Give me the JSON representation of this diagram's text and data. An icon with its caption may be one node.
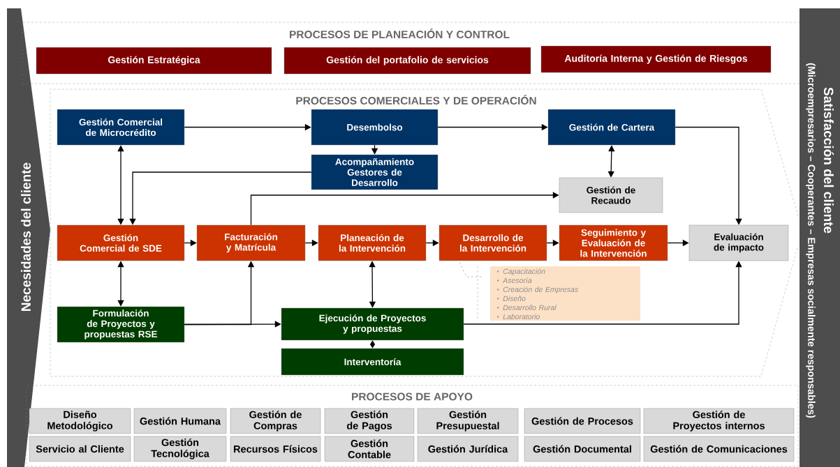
{
  "diagram": {
    "nodes": [
      {
        "text": [
          "PROCESOS DE PLANEACIÓN Y CONTROL"
        ]
      },
      {
        "text": [
          "Gestión Estratégica"
        ],
        "in": 0
      },
      {
        "text": [
          "Gestión del portafolio de servicios"
        ],
        "in": 0
      },
      {
        "text": [
          "Auditoría Interna y Gestión de Riesgos"
        ],
        "in": 0
      },
      {
        "text": [
          "PROCESOS COMERCIALES Y DE OPERACIÓN"
        ]
      },
      {
        "text": [
          "Gestión Comercial de Microcrédito"
        ],
        "in": 4
      },
      {
        "text": [
          "Desembolso"
        ],
        "in": 4
      },
      {
        "text": [
          "Gestión de Cartera"
        ],
        "in": 4
      },
      {
        "text": [
          "Acompañamiento Gestores de Desarrollo"
        ],
        "in": 4
      },
      {
        "text": [
          "Gestión  de Recaudo"
        ],
        "in": 4
      },
      {
        "text": [
          "Gestión Comercial de SDE"
        ],
        "in": 4
      },
      {
        "text": [
          "Facturación y Matrícula"
        ],
        "in": 4
      },
      {
        "text": [
          "Planeación de la Intervención"
        ],
        "in": 4
      },
      {
        "text": [
          "Desarrollo de la Intervención"
        ],
        "in": 4
      },
      {
        "text": [
          "Seguimiento y Evaluación de la Intervención"
        ],
        "in": 4
      },
      {
        "text": [
          "Evaluación de impacto"
        ],
        "in": 4
      },
      {
        "text": [
          "Capacitación",
          "Asesoría",
          "Creación de Empresas",
          "Diseño",
          "Desarrollo Rural",
          "Laboratorio"
        ],
        "in": 4
      },
      {
        "text": [
          "Formulación de Proyectos y propuestas RSE"
        ],
        "in": 4
      },
      {
        "text": [
          "Ejecución de Proyectos y propuestas"
        ],
        "in": 4
      },
      {
        "text": [
          "Interventoría"
        ],
        "in": 4
      },
      {
        "text": [
          "PROCESOS DE APOYO"
        ]
      },
      {
        "text": [
          "Diseño Metodológico"
        ],
        "in": 20
      },
      {
        "text": [
          "Gestión Humana"
        ],
        "in": 20
      },
      {
        "text": [
          "Gestión de Compras"
        ],
        "in": 20
      },
      {
        "text": [
          "Gestión de Pagos"
        ],
        "in": 20
      },
      {
        "text": [
          "Gestión Presupuestal"
        ],
        "in": 20
      },
      {
        "text": [
          "Gestión de Procesos"
        ],
        "in": 20
      },
      {
        "text": [
          "Gestión de Proyectos internos"
        ],
        "in": 20
      },
      {
        "text": [
          "Servicio al Cliente"
        ],
        "in": 20
      },
      {
        "text": [
          "Gestión Tecnológica"
        ],
        "in": 20
      },
      {
        "text": [
          "Recursos Físicos"
        ],
        "in": 20
      },
      {
        "text": [
          "Gestión Contable"
        ],
        "in": 20
      },
      {
        "text": [
          "Gestión Jurídica"
        ],
        "in": 20
      },
      {
        "text": [
          "Gestión Documental"
        ],
        "in": 20
      },
      {
        "text": [
          "Gestión de Comunicaciones"
        ],
        "in": 20
      },
      {
        "text": [
          "Necesidades del cliente"
        ]
      },
      {
        "text": [
          "Satisfacción del cliente",
          "(Microempresarios – Cooperantes – Empresas socialmente responsables)"
        ]
      }
    ],
    "edges": [
      {
        "from": 5,
        "to": 6,
        "arrow": "to"
      },
      {
        "from": 6,
        "to": 7,
        "arrow": "to"
      },
      {
        "from": 6,
        "to": 8,
        "arrow": "to"
      },
      {
        "from": 5,
        "to": 10,
        "arrow": "both"
      },
      {
        "from": 8,
        "to": 10,
        "arrow": "to"
      },
      {
        "from": 7,
        "to": 9,
        "arrow": "both"
      },
      {
        "from": 11,
        "to": 9,
        "arrow": "to"
      },
      {
        "from": 7,
        "to": 15,
        "arrow": "to"
      },
      {
        "from": 10,
        "to": 11,
        "arrow": "to"
      },
      {
        "from": 11,
        "to": 12,
        "arrow": "to"
      },
      {
        "from": 12,
        "to": 13,
        "arrow": "to"
      },
      {
        "from": 13,
        "to": 14,
        "arrow": "to"
      },
      {
        "from": 14,
        "to": 15,
        "arrow": "to"
      },
      {
        "from": 10,
        "to": 17,
        "arrow": "both"
      },
      {
        "from": 17,
        "to": 18,
        "arrow": "to"
      },
      {
        "from": 17,
        "to": 11,
        "arrow": "to"
      },
      {
        "from": 12,
        "to": 18,
        "arrow": "both"
      },
      {
        "from": 18,
        "to": 15,
        "arrow": "to"
      },
      {
        "from": 18,
        "to": 19,
        "arrow": "both"
      },
      {
        "from": 16,
        "to": 13,
        "arrow": "none",
        "style": "dashed",
        "color": "#a6a6a6"
      }
    ]
  }
}
